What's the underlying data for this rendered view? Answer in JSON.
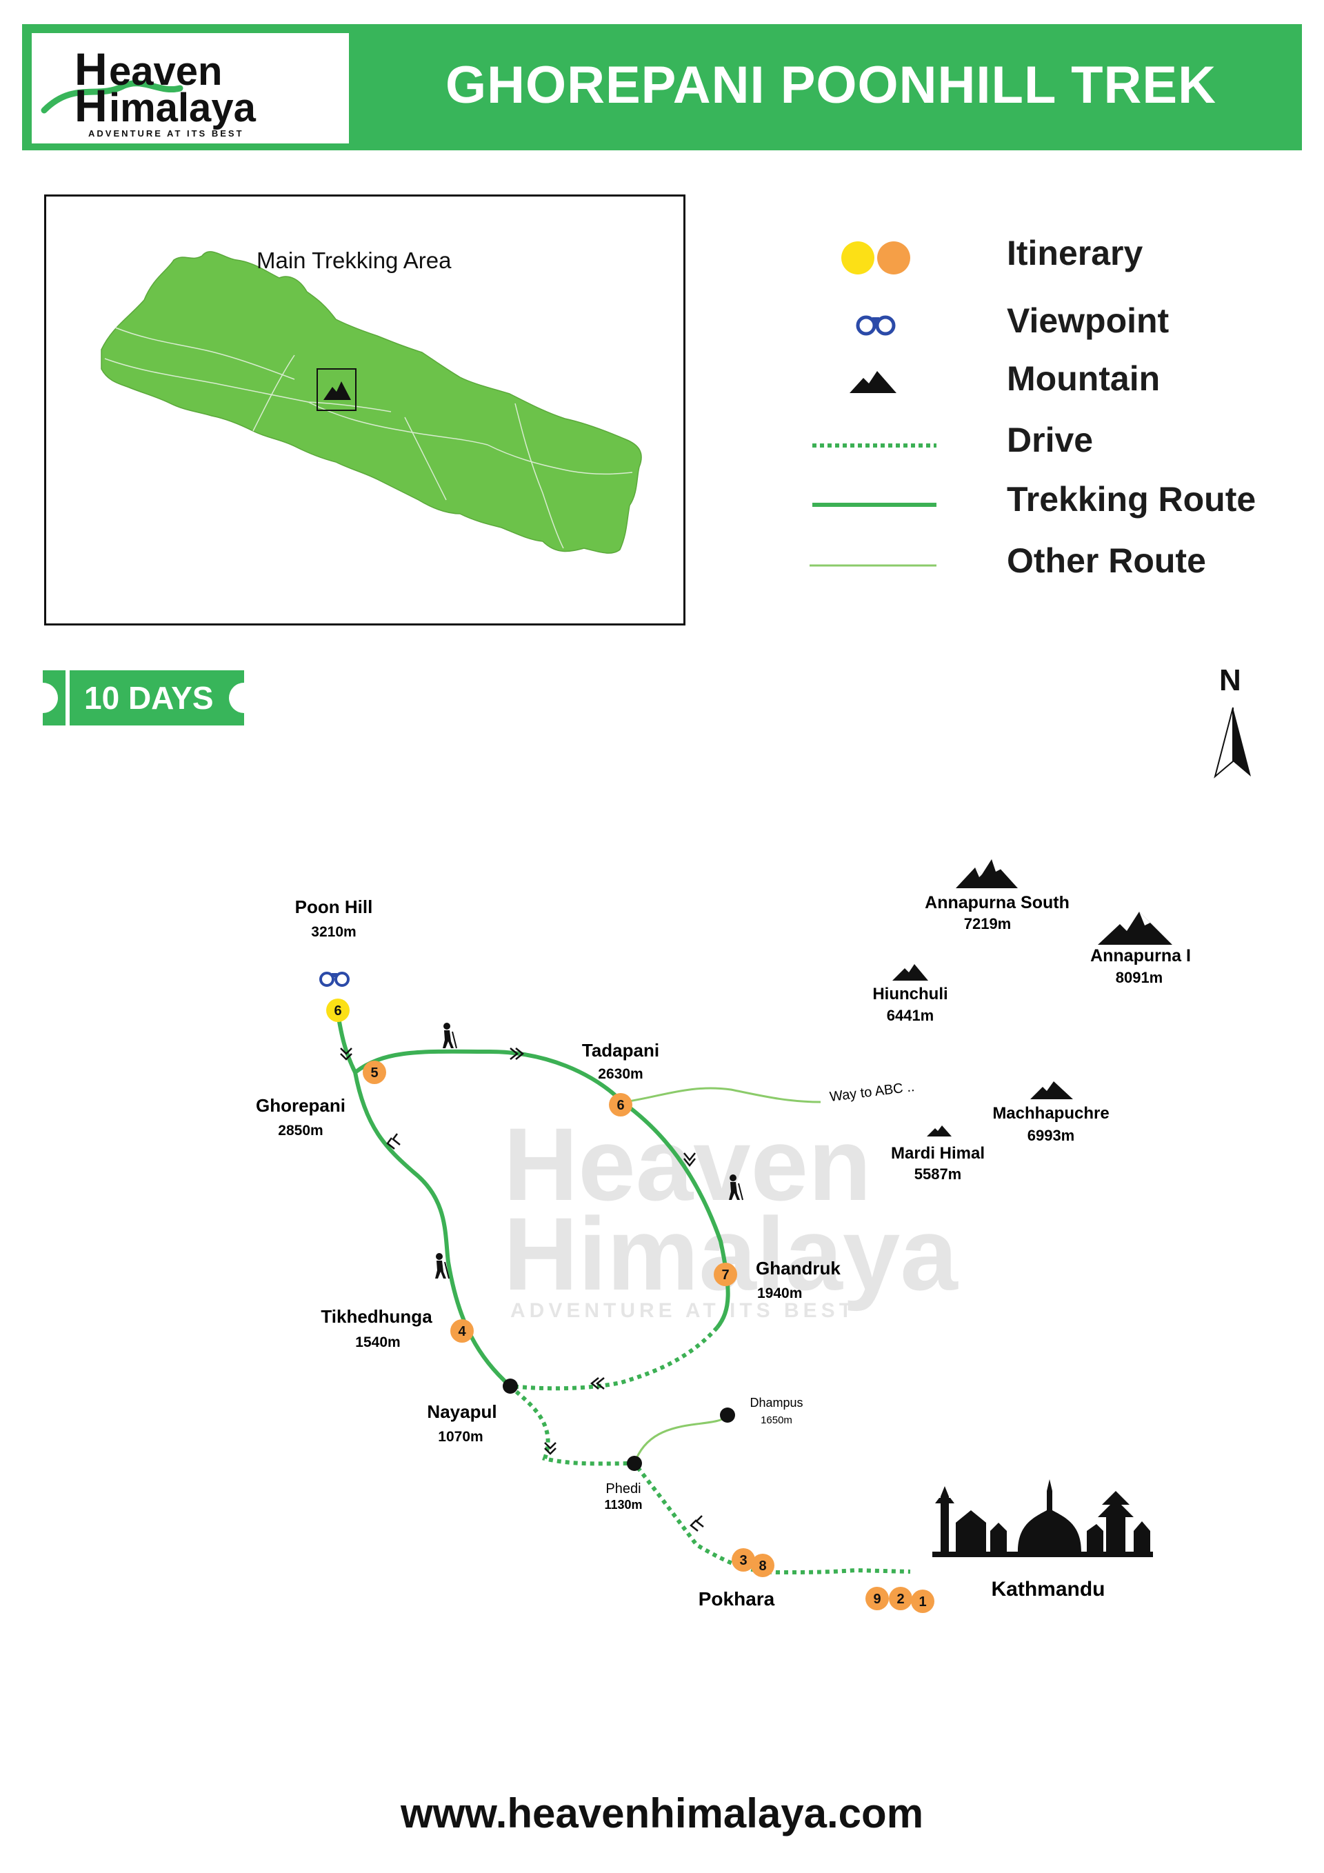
{
  "brand": {
    "logo_word_1": "eaven",
    "logo_word_2": "imalaya",
    "logo_initial": "H",
    "tagline": "ADVENTURE AT ITS BEST",
    "color_green": "#38b55a",
    "color_route": "#3cb054",
    "color_other_route": "#8bcb6a",
    "color_day_orange": "#f59f47",
    "color_day_yellow": "#fce016",
    "color_map_fill": "#6cc24a"
  },
  "header": {
    "title": "GHOREPANI POONHILL TREK"
  },
  "inset": {
    "label": "Main Trekking Area",
    "icon": "mountain-icon"
  },
  "legend": {
    "itinerary": "Itinerary",
    "viewpoint": "Viewpoint",
    "mountain": "Mountain",
    "drive": "Drive",
    "trekking_route": "Trekking Route",
    "other_route": "Other Route"
  },
  "badge": {
    "text": "10 DAYS"
  },
  "compass": {
    "label": "N"
  },
  "map": {
    "places": {
      "poon_hill": {
        "name": "Poon Hill",
        "alt": "3210m"
      },
      "ghorepani": {
        "name": "Ghorepani",
        "alt": "2850m"
      },
      "tadapani": {
        "name": "Tadapani",
        "alt": "2630m"
      },
      "ghandruk": {
        "name": "Ghandruk",
        "alt": "1940m"
      },
      "tikhedhunga": {
        "name": "Tikhedhunga",
        "alt": "1540m"
      },
      "nayapul": {
        "name": "Nayapul",
        "alt": "1070m"
      },
      "dhampus": {
        "name": "Dhampus",
        "alt": "1650m"
      },
      "phedi": {
        "name": "Phedi",
        "alt": "1130m"
      },
      "pokhara": {
        "name": "Pokhara"
      },
      "kathmandu": {
        "name": "Kathmandu"
      }
    },
    "mountains": {
      "annapurna_south": {
        "name": "Annapurna South",
        "alt": "7219m"
      },
      "annapurna_i": {
        "name": "Annapurna I",
        "alt": "8091m"
      },
      "hiunchuli": {
        "name": "Hiunchuli",
        "alt": "6441m"
      },
      "machhapuchre": {
        "name": "Machhapuchre",
        "alt": "6993m"
      },
      "mardi_himal": {
        "name": "Mardi Himal",
        "alt": "5587m"
      }
    },
    "way_to_abc": "Way to ABC ..",
    "day_markers": {
      "poon_hill": "6",
      "ghorepani": "5",
      "tadapani": "6",
      "ghandruk": "7",
      "tikhedhunga": "4",
      "pokhara_a": "3",
      "pokhara_b": "8",
      "kathmandu_a": "9",
      "kathmandu_b": "2",
      "kathmandu_c": "1"
    }
  },
  "footer": {
    "url": "www.heavenhimalaya.com"
  }
}
